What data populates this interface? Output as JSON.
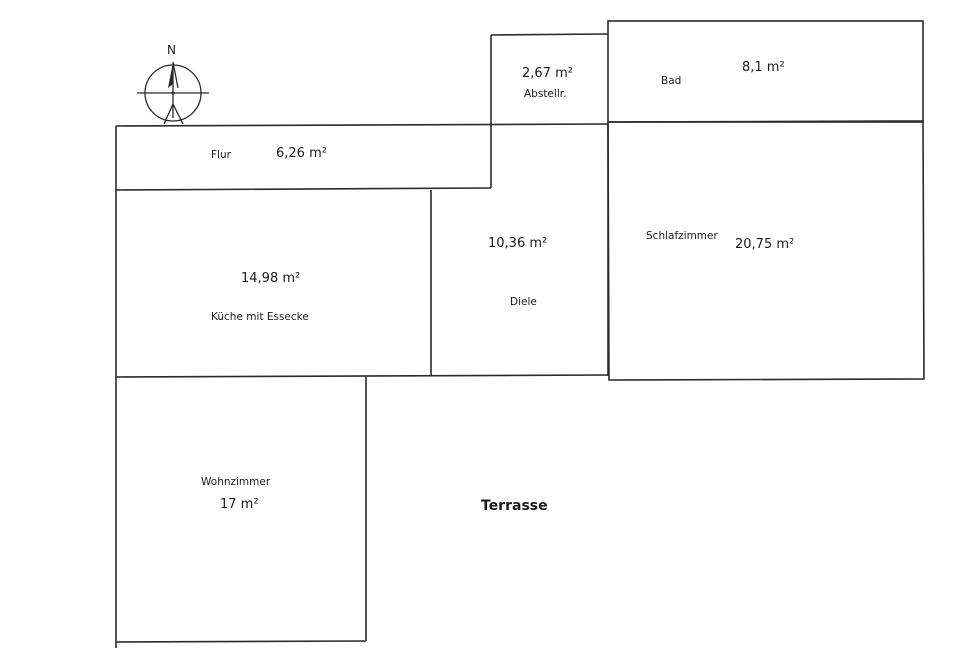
{
  "compass": {
    "letter": "N",
    "icon": "north-arrow-icon"
  },
  "rooms": {
    "flur": {
      "name": "Flur",
      "area": "6,26 m²"
    },
    "abstellraum": {
      "name": "Abstellr.",
      "area": "2,67 m²"
    },
    "bad": {
      "name": "Bad",
      "area": "8,1 m²"
    },
    "kueche": {
      "name": "Küche mit Essecke",
      "area": "14,98 m²"
    },
    "diele": {
      "name": "Diele",
      "area": "10,36 m²"
    },
    "schlafzimmer": {
      "name": "Schlafzimmer",
      "area": "20,75 m²"
    },
    "wohnzimmer": {
      "name": "Wohnzimmer",
      "area": "17 m²"
    }
  },
  "terrace": {
    "name": "Terrasse"
  }
}
